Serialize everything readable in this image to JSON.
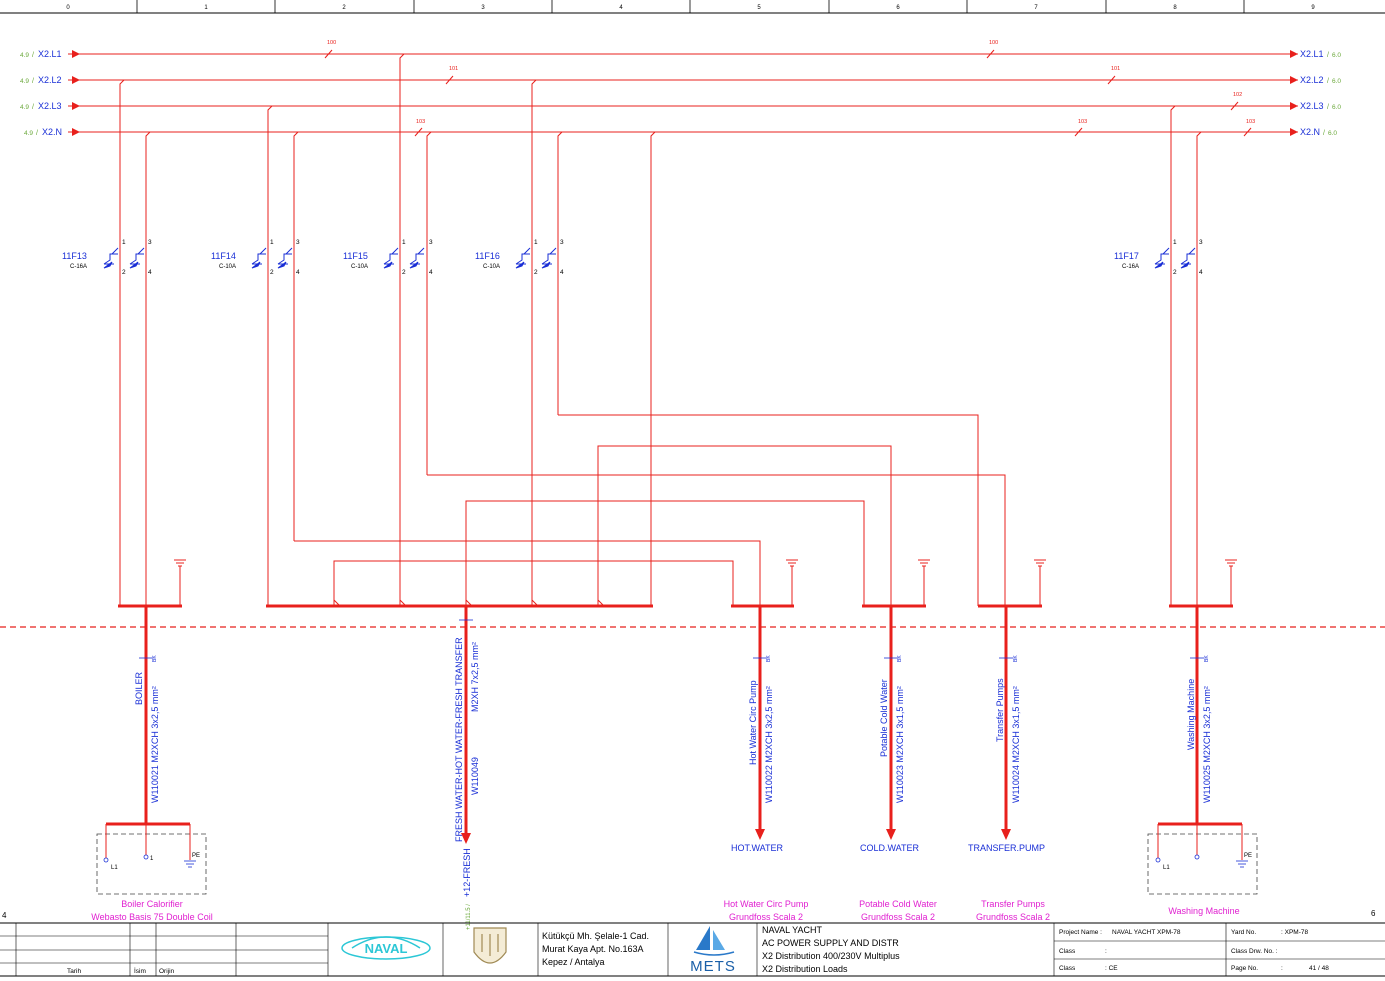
{
  "ruler": {
    "columns": [
      "0",
      "1",
      "2",
      "3",
      "4",
      "5",
      "6",
      "7",
      "8",
      "9"
    ]
  },
  "margin": {
    "left": "4",
    "right": "6"
  },
  "buses": [
    {
      "ref_in": "4.9",
      "label": "X2.L1",
      "ref_out": "6.0",
      "wire_left": "100",
      "wire_right": "100"
    },
    {
      "ref_in": "4.9",
      "label": "X2.L2",
      "ref_out": "6.0",
      "wire_left": "101",
      "wire_right": "101"
    },
    {
      "ref_in": "4.9",
      "label": "X2.L3",
      "ref_out": "6.0",
      "wire_left": "",
      "wire_right": "102"
    },
    {
      "ref_in": "4.9",
      "label": "X2.N",
      "ref_out": "6.0",
      "wire_left": "103",
      "wire_mid": "103",
      "wire_right": "103"
    }
  ],
  "breakers": [
    {
      "tag": "11F13",
      "rating": "C-16A"
    },
    {
      "tag": "11F14",
      "rating": "C-10A"
    },
    {
      "tag": "11F15",
      "rating": "C-10A"
    },
    {
      "tag": "11F16",
      "rating": "C-10A"
    },
    {
      "tag": "11F17",
      "rating": "C-16A"
    }
  ],
  "breaker_pins": [
    "1",
    "2",
    "3",
    "4"
  ],
  "cables": [
    {
      "name": "BOILER",
      "spec": "W110021 M2XCH 3x2,5 mm²",
      "mark": "BK"
    },
    {
      "name": "FRESH WATER-HOT WATER-FRESH TRANSFER",
      "spec": "M2XH 7x2,5 mm²",
      "id": "W110049",
      "mark": ""
    },
    {
      "name": "Hot Water Circ Pump",
      "spec": "W110022 M2XCH 3x2,5 mm²",
      "mark": "BK"
    },
    {
      "name": "Potable Cold Water",
      "spec": "W110023 M2XCH 3x1,5 mm²",
      "mark": "BK"
    },
    {
      "name": "Transfer Pumps",
      "spec": "W110024 M2XCH 3x1,5 mm²",
      "mark": "BK"
    },
    {
      "name": "Washing Machine",
      "spec": "W110025 M2XCH 3x2,5 mm²",
      "mark": "BK"
    }
  ],
  "arrow_targets": {
    "fresh": "+12-FRESH",
    "fresh_ref": "+11/11.5 /",
    "hot": "HOT.WATER",
    "cold": "COLD.WATER",
    "transfer": "TRANSFER.PUMP"
  },
  "terminals": {
    "l1": "L1",
    "n": "1",
    "pe": "PE"
  },
  "loads": [
    {
      "line1": "Boiler Calorifier",
      "line2": "Webasto Basis 75 Double Coil"
    },
    {
      "line1": "Hot Water Circ Pump",
      "line2": "Grundfoss Scala 2"
    },
    {
      "line1": "Potable Cold Water",
      "line2": "Grundfoss Scala 2"
    },
    {
      "line1": "Transfer Pumps",
      "line2": "Grundfoss Scala 2"
    },
    {
      "line1": "Washing Machine",
      "line2": ""
    }
  ],
  "titleblock": {
    "rev_headers": {
      "date": "Tarih",
      "name": "İsim",
      "origin": "Orijin"
    },
    "address": [
      "Kütükçü Mh. Şelale-1 Cad.",
      "Murat Kaya Apt. No.163A",
      "Kepez  / Antalya"
    ],
    "company": "METS",
    "logo_left": "NAVAL",
    "title": [
      "NAVAL YACHT",
      "AC POWER SUPPLY AND DISTR",
      "X2 Distribution 400/230V Multiplus",
      "X2 Distribution Loads"
    ],
    "project_label": "Project Name :",
    "project_value": "NAVAL YACHT  XPM-78",
    "yard_label": "Yard No.",
    "yard_value": ": XPM-78",
    "class_label": "Class",
    "class_value": ":",
    "class_drw_label": "Class Drw. No. :",
    "class2_label": "Class",
    "class2_value": ": CE",
    "page_label": "Page No.",
    "page_colon": ":",
    "page_value": "41 / 48"
  },
  "colors": {
    "wire": "#e8201c",
    "label": "#1a2fd6",
    "ref": "#6aa83a",
    "load": "#e020d0",
    "tag": "#1a2fd6"
  }
}
